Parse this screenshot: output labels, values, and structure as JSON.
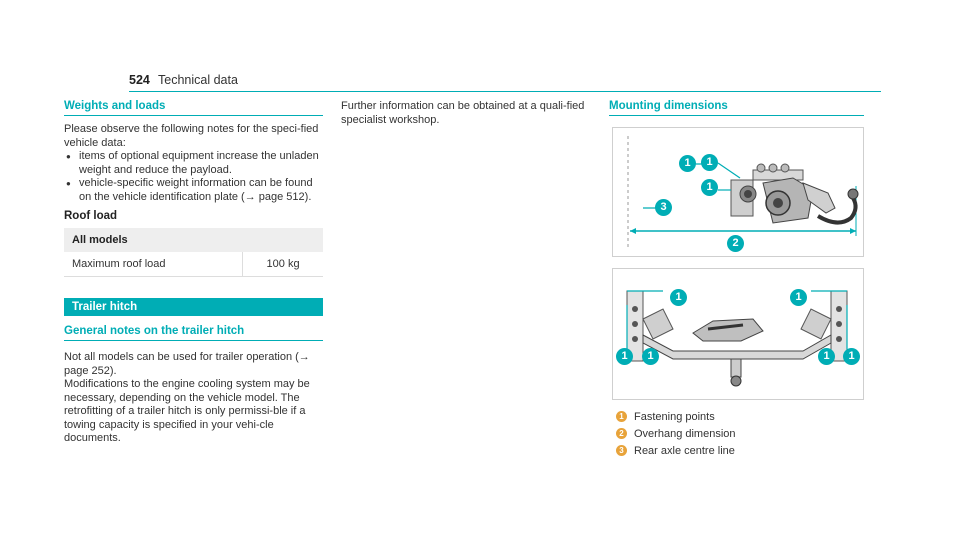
{
  "header": {
    "page_number": "524",
    "running_title": "Technical data"
  },
  "weights": {
    "title": "Weights and loads",
    "intro": "Please observe the following notes for the speci-fied vehicle data:",
    "bullets": [
      "items of optional equipment increase the unladen weight and reduce the payload.",
      "vehicle-specific weight information can be found on the vehicle identification plate (→ page 512)."
    ],
    "roof_title": "Roof load",
    "table": {
      "header": "All models",
      "rows": [
        {
          "label": "Maximum roof load",
          "value": "100 kg"
        }
      ]
    }
  },
  "trailer": {
    "band": "Trailer hitch",
    "sub_title": "General notes on the trailer hitch",
    "para1": "Not all models can be used for trailer operation (→ page 252).",
    "para2": "Modifications to the engine cooling system may be necessary, depending on the vehicle model. The retrofitting of a trailer hitch is only permissi-ble if a towing capacity is specified in your vehi-cle documents."
  },
  "col2": {
    "text": "Further information can be obtained at a quali-fied specialist workshop."
  },
  "mounting": {
    "title": "Mounting dimensions",
    "callouts": {
      "one": "1",
      "two": "2",
      "three": "3"
    },
    "legend": [
      {
        "num": "1",
        "text": "Fastening points"
      },
      {
        "num": "2",
        "text": "Overhang dimension"
      },
      {
        "num": "3",
        "text": "Rear axle centre line"
      }
    ]
  },
  "colors": {
    "accent": "#00adb5",
    "legend_marker": "#e8a33a"
  }
}
